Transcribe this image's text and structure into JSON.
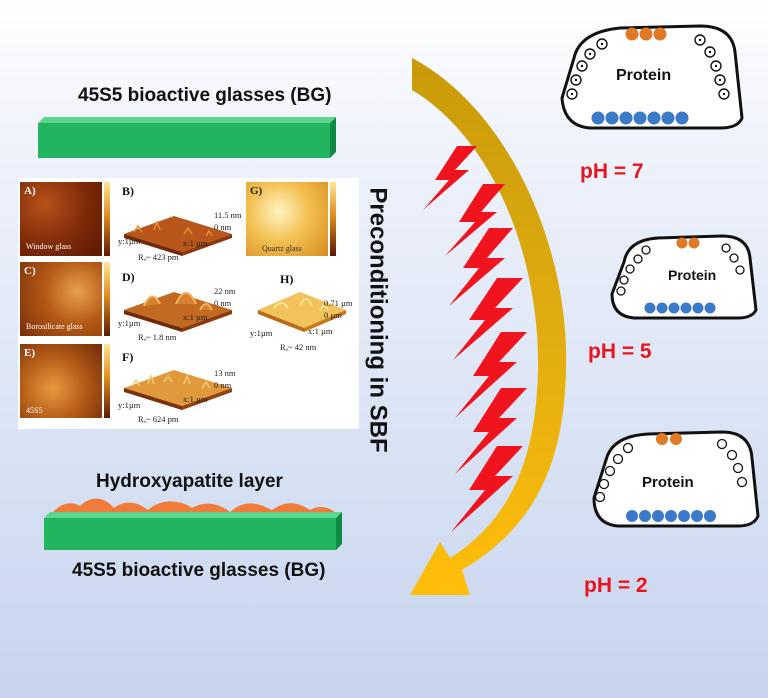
{
  "top_label": "45S5 bioactive glasses (BG)",
  "bottom_label": "45S5 bioactive glasses (BG)",
  "ha_label": "Hydroxyapatite layer",
  "vertical_label": "Preconditioning in SBF",
  "proteins": [
    {
      "label": "Protein",
      "ph": "pH = 7"
    },
    {
      "label": "Protein",
      "ph": "pH = 5"
    },
    {
      "label": "Protein",
      "ph": "pH = 2"
    }
  ],
  "afm": {
    "panels": [
      {
        "letter": "A)",
        "caption": "Window glass"
      },
      {
        "letter": "C)",
        "caption": "Borosilicate glass"
      },
      {
        "letter": "E)",
        "caption": "45S5"
      },
      {
        "letter": "G)",
        "caption": "Quartz glass"
      }
    ],
    "plots": [
      {
        "letter": "B)",
        "top": "11.5 nm",
        "zero": "0 nm",
        "xaxis": "x:1 µm",
        "yaxis": "y:1µm",
        "roughness": "Rₐ~ 423 pm"
      },
      {
        "letter": "D)",
        "top": "22 nm",
        "zero": "0 nm",
        "xaxis": "x:1 µm",
        "yaxis": "y:1µm",
        "roughness": "Rₐ~ 1.8 nm"
      },
      {
        "letter": "F)",
        "top": "13 nm",
        "zero": "0 nm",
        "xaxis": "x:1 µm",
        "yaxis": "y:1µm",
        "roughness": "Rₐ~ 624 pm"
      },
      {
        "letter": "H)",
        "top": "0.71 µm",
        "zero": "0 µm",
        "xaxis": "x:1 µm",
        "yaxis": "y:1µm",
        "roughness": "Rₐ~ 42 nm"
      }
    ]
  },
  "colors": {
    "glass": "#21b560",
    "glass_dark": "#0f8a45",
    "ha": "#f07c3c",
    "arrow": "#e6a800",
    "bolt": "#f0141e",
    "positive_bead": "#e07a26",
    "negative_bead": "#3a7ac8",
    "ph_text": "#e8141e"
  }
}
